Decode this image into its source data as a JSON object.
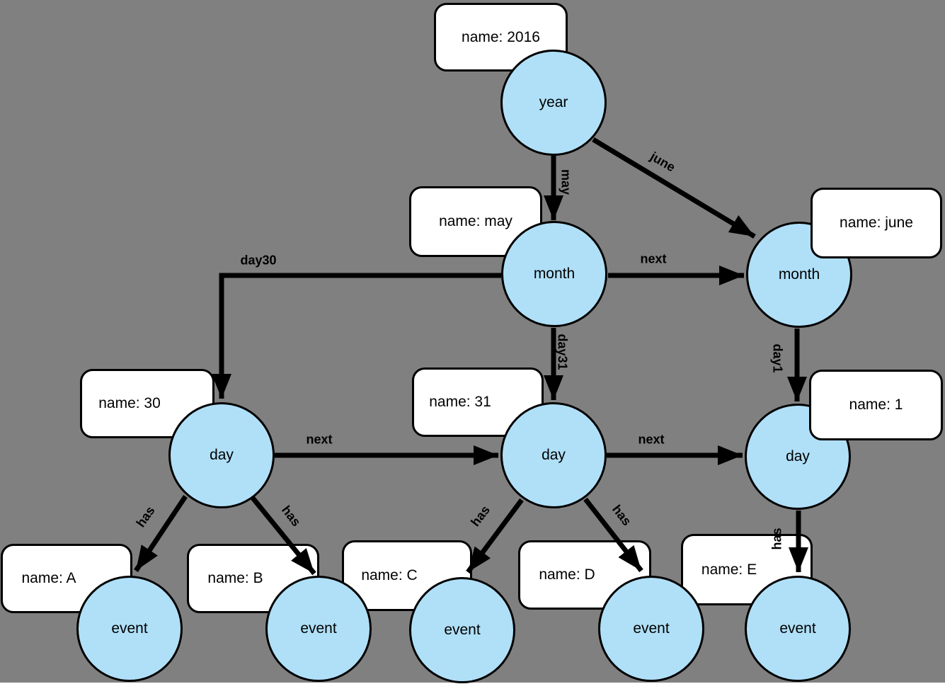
{
  "diagram": {
    "type": "graph",
    "background_color": "#808080",
    "node_fill_color": "#B0E0F8",
    "node_border_color": "#000000",
    "property_box_color": "#FFFFFF",
    "nodes": {
      "year": {
        "label": "year",
        "property": "name: 2016"
      },
      "month_may": {
        "label": "month",
        "property": "name: may"
      },
      "month_june": {
        "label": "month",
        "property": "name: june"
      },
      "day_30": {
        "label": "day",
        "property": "name: 30"
      },
      "day_31": {
        "label": "day",
        "property": "name: 31"
      },
      "day_1": {
        "label": "day",
        "property": "name: 1"
      },
      "event_a": {
        "label": "event",
        "property": "name: A"
      },
      "event_b": {
        "label": "event",
        "property": "name: B"
      },
      "event_c": {
        "label": "event",
        "property": "name: C"
      },
      "event_d": {
        "label": "event",
        "property": "name: D"
      },
      "event_e": {
        "label": "event",
        "property": "name: E"
      }
    },
    "edges": {
      "year_to_may": {
        "label": "may"
      },
      "year_to_june": {
        "label": "june"
      },
      "may_to_june": {
        "label": "next"
      },
      "may_to_day30": {
        "label": "day30"
      },
      "may_to_day31": {
        "label": "day31"
      },
      "june_to_day1": {
        "label": "day1"
      },
      "day30_to_day31": {
        "label": "next"
      },
      "day31_to_day1": {
        "label": "next"
      },
      "day30_to_event_a": {
        "label": "has"
      },
      "day30_to_event_b": {
        "label": "has"
      },
      "day31_to_event_c": {
        "label": "has"
      },
      "day31_to_event_d": {
        "label": "has"
      },
      "day1_to_event_e": {
        "label": "has"
      }
    }
  }
}
